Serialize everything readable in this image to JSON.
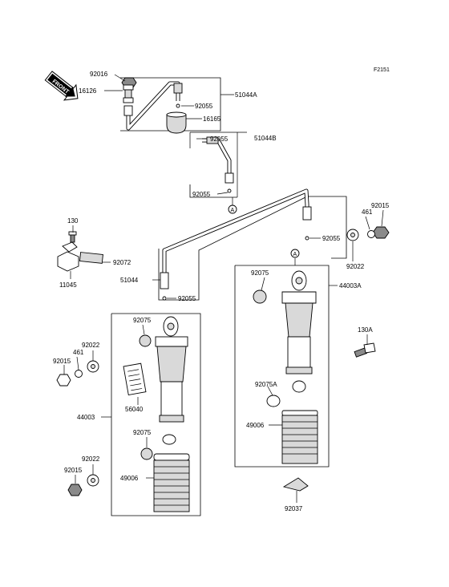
{
  "figure_code": "F2151",
  "front_arrow": "FRONT",
  "ref_marker": "A",
  "labels": {
    "p92016": "92016",
    "p16126": "16126",
    "p51044A": "51044A",
    "p92055_a": "92055",
    "p16165": "16165",
    "p92055_b": "92055",
    "p51044B": "51044B",
    "p92055_c": "92055",
    "p130": "130",
    "p92072": "92072",
    "p11045": "11045",
    "p51044": "51044",
    "p92055_d": "92055",
    "p92055_e": "92055",
    "p92015_tr": "92015",
    "p461_tr": "461",
    "p92022_tr": "92022",
    "p92075_r": "92075",
    "p44003A": "44003A",
    "p130A": "130A",
    "p92075A": "92075A",
    "p49006_r": "49006",
    "p92037": "92037",
    "p92075_l1": "92075",
    "p92022_l1": "92022",
    "p461_l": "461",
    "p92015_l1": "92015",
    "p56040": "56040",
    "p44003": "44003",
    "p92075_l2": "92075",
    "p92022_l2": "92022",
    "p92015_l2": "92015",
    "p49006_l": "49006"
  }
}
